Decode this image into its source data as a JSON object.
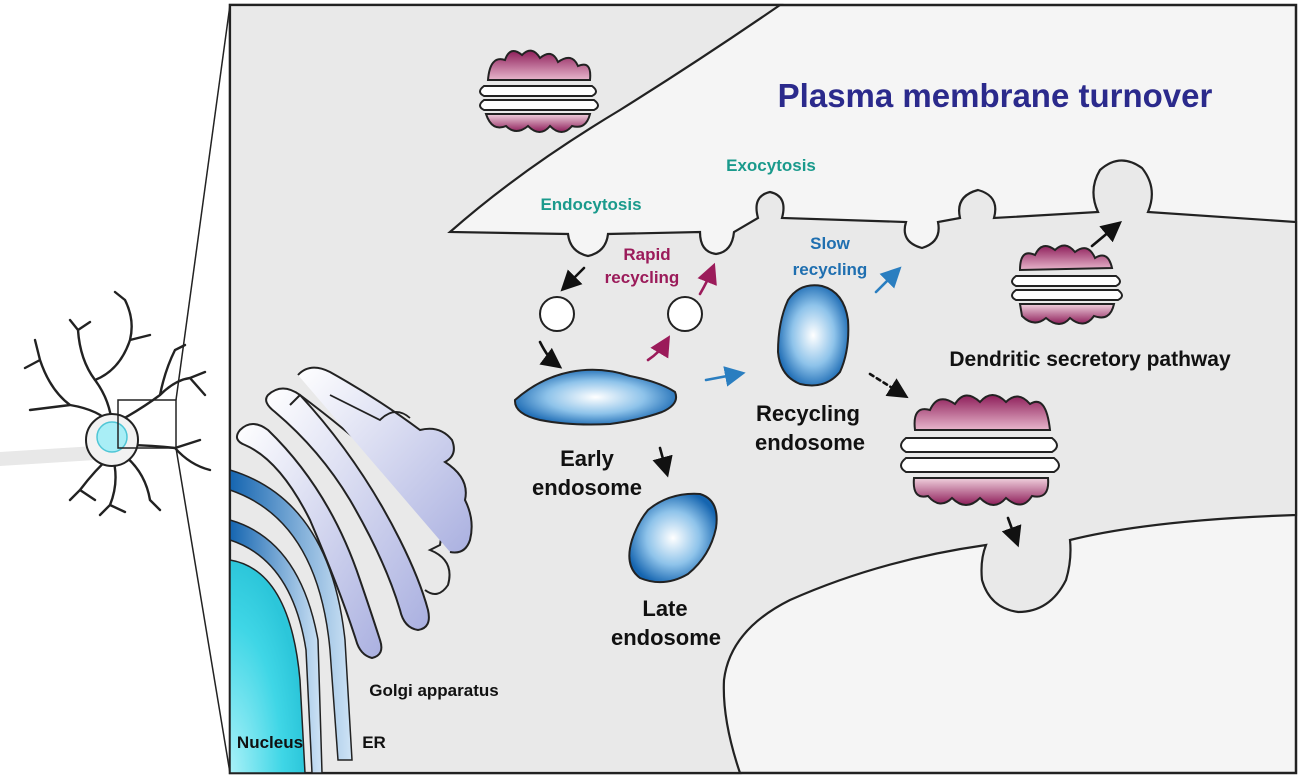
{
  "title": "Plasma membrane turnover",
  "labels": {
    "endocytosis": "Endocytosis",
    "exocytosis": "Exocytosis",
    "rapid_recycling_1": "Rapid",
    "rapid_recycling_2": "recycling",
    "slow_recycling_1": "Slow",
    "slow_recycling_2": "recycling",
    "early_endosome_1": "Early",
    "early_endosome_2": "endosome",
    "recycling_endosome_1": "Recycling",
    "recycling_endosome_2": "endosome",
    "late_endosome_1": "Late",
    "late_endosome_2": "endosome",
    "dendritic_pathway": "Dendritic secretory pathway",
    "golgi": "Golgi apparatus",
    "nucleus": "Nucleus",
    "er": "ER"
  },
  "colors": {
    "title": "#2b2a8c",
    "teal": "#1a9a8c",
    "rapid": "#9b1b5a",
    "slow": "#1f6fb0",
    "arrow_blue": "#2a7ec0",
    "endosome_dark": "#1565b0",
    "golgi_magenta": "#8e1e5a",
    "nucleus": "#3fd6e6"
  }
}
